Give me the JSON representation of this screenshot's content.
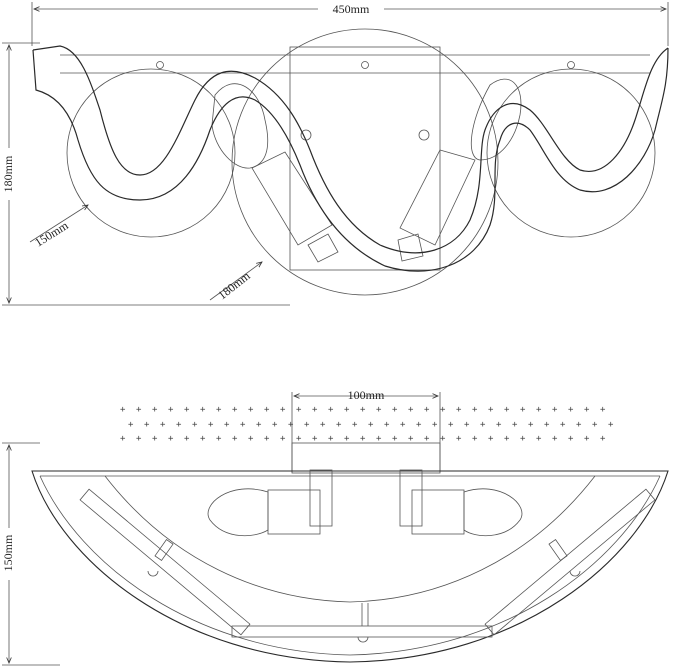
{
  "dimensions": {
    "width_top": "450mm",
    "height_top": "180mm",
    "small_disc": "150mm",
    "large_disc": "180mm",
    "plate_width": "100mm",
    "height_side": "150mm"
  }
}
